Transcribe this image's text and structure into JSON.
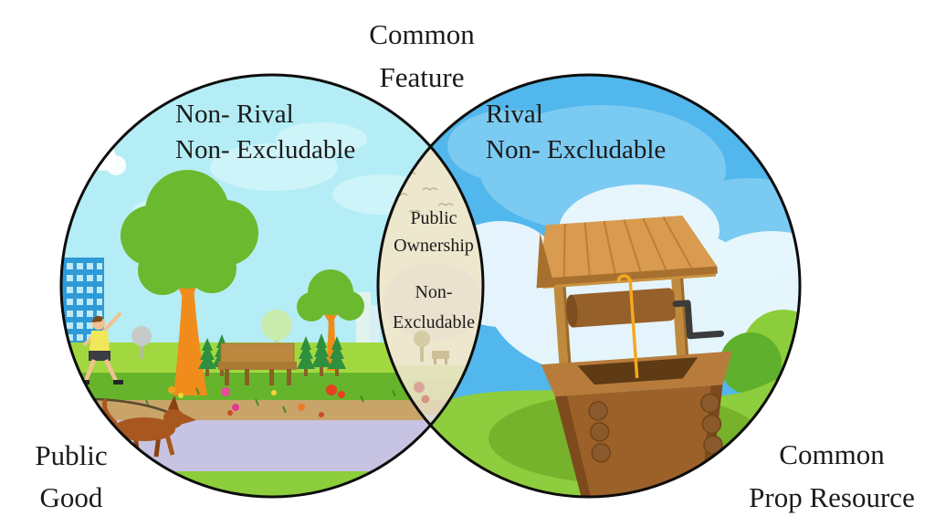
{
  "venn": {
    "top_label": {
      "line1": "Common",
      "line2": "Feature"
    },
    "left": {
      "heading1": "Non- Rival",
      "heading2": "Non- Excludable",
      "caption1": "Public",
      "caption2": "Good",
      "illustration": "public-park-scene"
    },
    "right": {
      "heading1": "Rival",
      "heading2": "Non- Excludable",
      "caption1": "Common",
      "caption2": "Prop Resource",
      "illustration": "water-well-scene"
    },
    "intersection": {
      "line1": "Public",
      "line2": "Ownership",
      "line3": "Non-",
      "line4": "Excludable"
    },
    "colors": {
      "background": "#ffffff",
      "circle_outline": "#0d0d0d",
      "text": "#1b1b1b",
      "left_sky": "#b4edf5",
      "right_sky": "#52b7ec",
      "intersection_fill": "#ece7cd",
      "grass_bright": "#a2d83f",
      "grass_dark": "#66b42c",
      "pond": "#c7c3e2",
      "path_tan": "#c9a469",
      "wood_light": "#d89b4f",
      "wood_dark": "#9c6129",
      "rope_yellow": "#f5a81f"
    }
  }
}
